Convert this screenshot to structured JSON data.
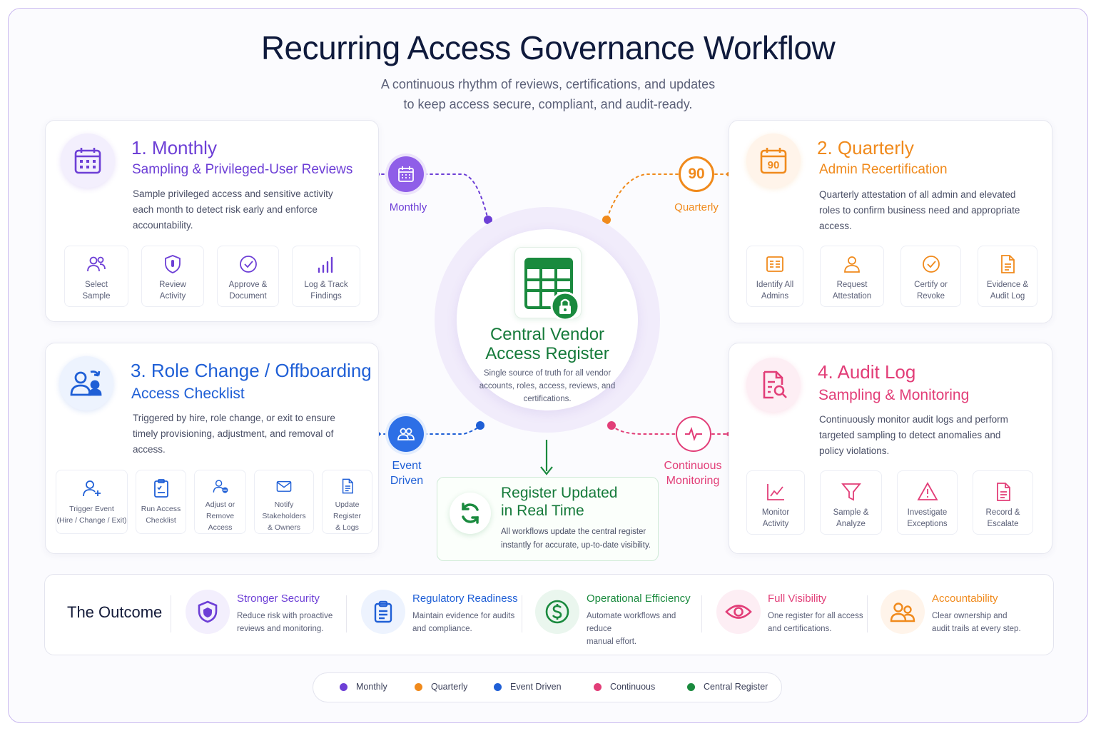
{
  "title": "Recurring Access Governance Workflow",
  "subtitle_line1": "A continuous rhythm of reviews, certifications, and updates",
  "subtitle_line2": "to keep access secure, compliant, and audit-ready.",
  "colors": {
    "monthly": "#6d3fd6",
    "quarterly": "#f08a1c",
    "event": "#1f5fd6",
    "continuous": "#e23e78",
    "central": "#1a8a3e"
  },
  "monthly": {
    "title": "1. Monthly",
    "subtitle": "Sampling & Privileged-User Reviews",
    "description": "Sample privileged access and sensitive activity each month to detect risk early and enforce accountability.",
    "steps": [
      {
        "label": "Select\nSample",
        "icon": "users-icon"
      },
      {
        "label": "Review\nActivity",
        "icon": "shield-icon"
      },
      {
        "label": "Approve &\nDocument",
        "icon": "check-circle-icon"
      },
      {
        "label": "Log & Track\nFindings",
        "icon": "bar-chart-icon"
      }
    ]
  },
  "quarterly": {
    "title": "2. Quarterly",
    "subtitle": "Admin Recertification",
    "description": "Quarterly attestation of all admin and elevated roles to confirm business need and appropriate access.",
    "icon_number": "90",
    "steps": [
      {
        "label": "Identify All\nAdmins",
        "icon": "list-icon"
      },
      {
        "label": "Request\nAttestation",
        "icon": "user-icon"
      },
      {
        "label": "Certify or\nRevoke",
        "icon": "check-circle-icon"
      },
      {
        "label": "Evidence &\nAudit Log",
        "icon": "document-icon"
      }
    ]
  },
  "event": {
    "title": "3. Role Change / Offboarding",
    "subtitle": "Access Checklist",
    "description": "Triggered by hire, role change, or exit to ensure timely provisioning, adjustment, and removal of access.",
    "steps": [
      {
        "label": "Trigger Event\n(Hire / Change / Exit)",
        "icon": "user-plus-icon"
      },
      {
        "label": "Run Access\nChecklist",
        "icon": "clipboard-icon"
      },
      {
        "label": "Adjust or\nRemove Access",
        "icon": "user-minus-icon"
      },
      {
        "label": "Notify Stakeholders\n& Owners",
        "icon": "mail-icon"
      },
      {
        "label": "Update Register\n& Logs",
        "icon": "document-icon"
      }
    ]
  },
  "audit": {
    "title": "4. Audit Log",
    "subtitle": "Sampling & Monitoring",
    "description": "Continuously monitor audit logs and perform targeted sampling to detect anomalies and policy violations.",
    "steps": [
      {
        "label": "Monitor\nActivity",
        "icon": "line-chart-icon"
      },
      {
        "label": "Sample &\nAnalyze",
        "icon": "filter-icon"
      },
      {
        "label": "Investigate\nExceptions",
        "icon": "warning-icon"
      },
      {
        "label": "Record &\nEscalate",
        "icon": "document-icon"
      }
    ]
  },
  "nodes": {
    "monthly": "Monthly",
    "quarterly": "Quarterly",
    "quarterly_number": "90",
    "event": "Event\nDriven",
    "continuous": "Continuous\nMonitoring"
  },
  "center": {
    "title": "Central Vendor\nAccess Register",
    "description": "Single source of truth for all vendor accounts, roles, access, reviews, and certifications."
  },
  "register": {
    "title_line1": "Register Updated",
    "title_line2": "in Real Time",
    "description_line1": "All workflows update the central register",
    "description_line2": "instantly for accurate, up-to-date visibility."
  },
  "outcome": {
    "heading": "The Outcome",
    "items": [
      {
        "title": "Stronger Security",
        "description": "Reduce risk with proactive\nreviews and monitoring.",
        "icon": "shield-icon",
        "color": "#6d3fd6"
      },
      {
        "title": "Regulatory Readiness",
        "description": "Maintain evidence for audits\nand compliance.",
        "icon": "clipboard-icon",
        "color": "#1f5fd6"
      },
      {
        "title": "Operational Efficiency",
        "description": "Automate workflows and reduce\nmanual effort.",
        "icon": "dollar-icon",
        "color": "#1a8a3e"
      },
      {
        "title": "Full Visibility",
        "description": "One register for all access\nand certifications.",
        "icon": "eye-icon",
        "color": "#e23e78"
      },
      {
        "title": "Accountability",
        "description": "Clear ownership and\naudit trails at every step.",
        "icon": "users-icon",
        "color": "#f08a1c"
      }
    ]
  },
  "legend": [
    {
      "label": "Monthly",
      "color": "#6d3fd6"
    },
    {
      "label": "Quarterly",
      "color": "#f08a1c"
    },
    {
      "label": "Event Driven",
      "color": "#1f5fd6"
    },
    {
      "label": "Continuous",
      "color": "#e23e78"
    },
    {
      "label": "Central Register",
      "color": "#1a8a3e"
    }
  ]
}
